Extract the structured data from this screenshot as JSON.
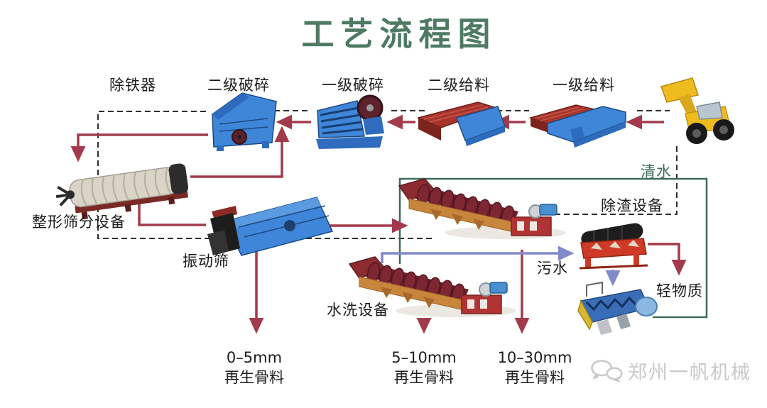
{
  "title": "工艺流程图",
  "stages": {
    "iron_remover": "除铁器",
    "secondary_crusher": "二级破碎",
    "primary_crusher": "一级破碎",
    "secondary_feeder": "二级给料",
    "primary_feeder": "一级给料",
    "shaping_screen": "整形筛分设备",
    "vibrating_screen": "振动筛",
    "washing_equipment": "水洗设备",
    "slag_removal": "除渣设备"
  },
  "streams": {
    "clean_water": "清水",
    "waste_water": "污水",
    "light_material": "轻物质"
  },
  "outputs": [
    {
      "size": "0–5mm",
      "material": "再生骨料"
    },
    {
      "size": "5–10mm",
      "material": "再生骨料"
    },
    {
      "size": "10–30mm",
      "material": "再生骨料"
    }
  ],
  "watermark": {
    "brand": "郑州一帆机械",
    "icon": "chat-bubbles-icon"
  },
  "colors": {
    "title_green": "#4e7a64",
    "flow_arrow_red": "#a33a4c",
    "water_arrow_purple": "#8289cb",
    "clean_water_pipe_green": "#3e6a5a",
    "dashed_line": "#2e2e2e",
    "label_text": "#1c1c1c",
    "watermark_gray": "#c9c9c9"
  },
  "connections": [
    {
      "from": "wheel-loader",
      "to": "primary_feeder"
    },
    {
      "from": "primary_feeder",
      "to": "secondary_feeder"
    },
    {
      "from": "secondary_feeder",
      "to": "primary_crusher"
    },
    {
      "from": "primary_crusher",
      "to": "secondary_crusher"
    },
    {
      "from": "secondary_crusher",
      "to": "shaping_screen"
    },
    {
      "from": "shaping_screen",
      "to": "secondary_crusher"
    },
    {
      "from": "shaping_screen",
      "to": "vibrating_screen"
    },
    {
      "from": "vibrating_screen",
      "to": "outputs.0"
    },
    {
      "from": "vibrating_screen",
      "to": "washing_equipment"
    },
    {
      "from": "washing_equipment",
      "to": "outputs.1"
    },
    {
      "from": "washing_equipment",
      "to": "outputs.2"
    },
    {
      "from": "washing_equipment",
      "to": "slag_removal",
      "label": "污水"
    },
    {
      "from": "slag_removal",
      "to": "light_material"
    },
    {
      "from": "slag_removal",
      "to": "dewatering-machine"
    },
    {
      "from": "dewatering-machine",
      "to": "washing_equipment",
      "label": "清水"
    }
  ]
}
